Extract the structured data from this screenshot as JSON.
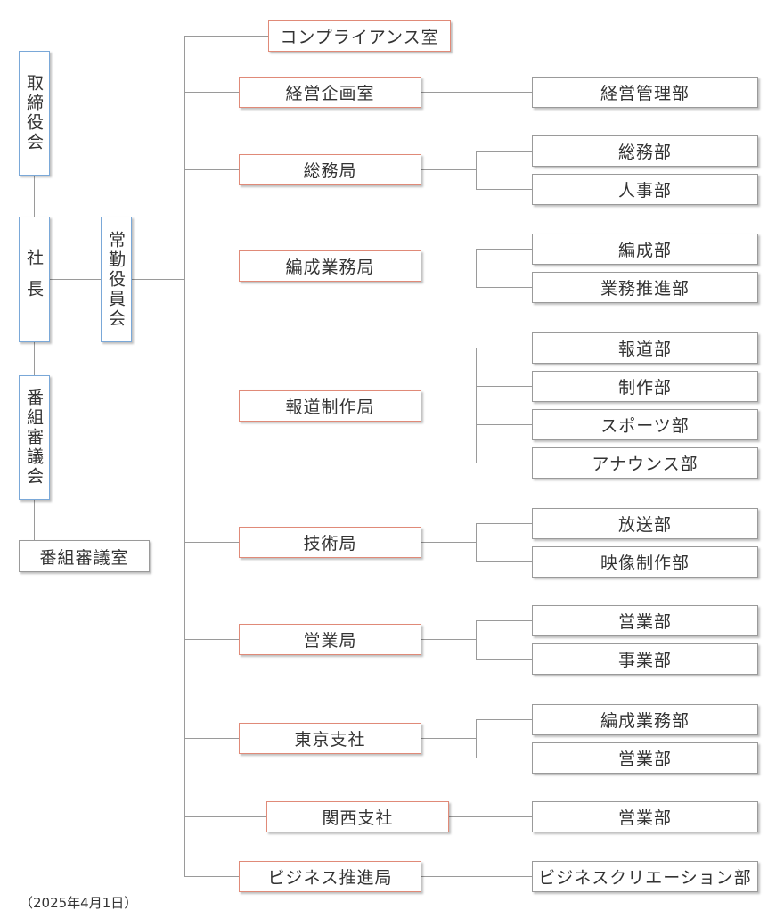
{
  "colors": {
    "bureau_border": "#e08a78",
    "dept_border": "#9a9a9a",
    "exec_border": "#7aa8d8",
    "line": "#9a9a9a",
    "text": "#333333"
  },
  "executives": {
    "board": "取締役会",
    "president": "社長",
    "program_council": "番組審議会",
    "program_office": "番組審議室",
    "managing_directors": "常勤役員会"
  },
  "compliance": "コンプライアンス室",
  "bureaus": [
    {
      "name": "経営企画室",
      "departments": [
        "経営管理部"
      ]
    },
    {
      "name": "総務局",
      "departments": [
        "総務部",
        "人事部"
      ]
    },
    {
      "name": "編成業務局",
      "departments": [
        "編成部",
        "業務推進部"
      ]
    },
    {
      "name": "報道制作局",
      "departments": [
        "報道部",
        "制作部",
        "スポーツ部",
        "アナウンス部"
      ]
    },
    {
      "name": "技術局",
      "departments": [
        "放送部",
        "映像制作部"
      ]
    },
    {
      "name": "営業局",
      "departments": [
        "営業部",
        "事業部"
      ]
    },
    {
      "name": "東京支社",
      "departments": [
        "編成業務部",
        "営業部"
      ]
    },
    {
      "name": "関西支社",
      "departments": [
        "営業部"
      ]
    },
    {
      "name": "ビジネス推進局",
      "departments": [
        "ビジネスクリエーション部"
      ]
    }
  ],
  "date_note": "（2025年4月1日）"
}
